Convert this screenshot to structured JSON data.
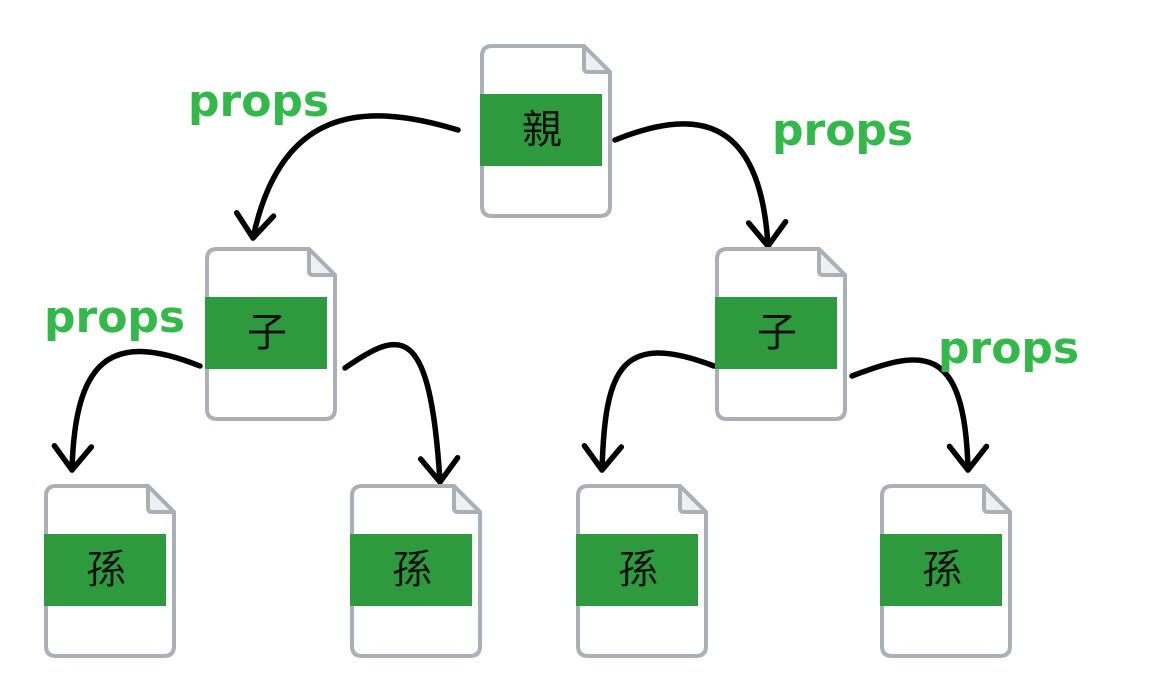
{
  "colors": {
    "band": "#2e9a3e",
    "label_text": "#111111",
    "edge_label": "#33b84a",
    "arrow": "#000000",
    "doc_border": "#a9b0b8"
  },
  "nodes": [
    {
      "id": "parent",
      "label": "親",
      "icon": "document-icon"
    },
    {
      "id": "child-left",
      "label": "子",
      "icon": "document-icon"
    },
    {
      "id": "child-right",
      "label": "子",
      "icon": "document-icon"
    },
    {
      "id": "grandchild-1",
      "label": "孫",
      "icon": "document-icon"
    },
    {
      "id": "grandchild-2",
      "label": "孫",
      "icon": "document-icon"
    },
    {
      "id": "grandchild-3",
      "label": "孫",
      "icon": "document-icon"
    },
    {
      "id": "grandchild-4",
      "label": "孫",
      "icon": "document-icon"
    }
  ],
  "edges": [
    {
      "from": "parent",
      "to": "child-left"
    },
    {
      "from": "parent",
      "to": "child-right"
    },
    {
      "from": "child-left",
      "to": "grandchild-1"
    },
    {
      "from": "child-left",
      "to": "grandchild-2"
    },
    {
      "from": "child-right",
      "to": "grandchild-3"
    },
    {
      "from": "child-right",
      "to": "grandchild-4"
    }
  ],
  "edge_labels": [
    "props",
    "props",
    "props",
    "props"
  ]
}
